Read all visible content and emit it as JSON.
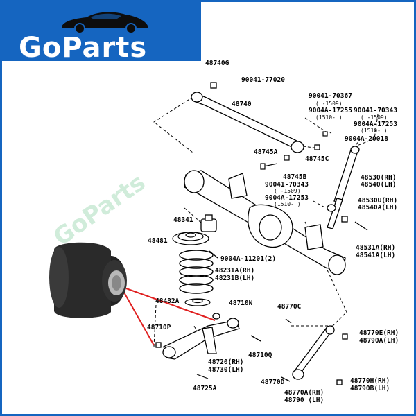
{
  "brand": {
    "name": "GoParts",
    "watermark": "GoParts"
  },
  "colors": {
    "brand_blue": "#1565c0",
    "highlight_red": "#e02020",
    "line": "#000000"
  },
  "icons": {
    "logo": "car-silhouette-icon",
    "bushing": "bushing-photo"
  },
  "labels": {
    "p48740G": "48740G",
    "p90041_77020": "90041-77020",
    "p48740": "48740",
    "p90041_70367": "90041-70367",
    "p70367_range": "(    -1509)",
    "p9004A_17255": "9004A-17255",
    "p17255_range": "(1510-    )",
    "p90041_70343a": "90041-70343",
    "p70343a_range": "(    -1509)",
    "p9004A_17253a": "9004A-17253",
    "p17253a_range": "(1510-    )",
    "p9004A_20018": "9004A-20018",
    "p48745A": "48745A",
    "p48745C": "48745C",
    "p48745B": "48745B",
    "p48530": "48530(RH)",
    "p48540": "48540(LH)",
    "p90041_70343b": "90041-70343",
    "p70343b_range": "(    -1509)",
    "p9004A_17253b": "9004A-17253",
    "p17253b_range": "(1510-    )",
    "p48530U": "48530U(RH)",
    "p48540A": "48540A(LH)",
    "p48341": "48341",
    "p48481": "48481",
    "p9004A_11201": "9004A-11201(2)",
    "p48231A": "48231A(RH)",
    "p48231B": "48231B(LH)",
    "p48531A": "48531A(RH)",
    "p48541A": "48541A(LH)",
    "p48482A": "48482A",
    "p48710N": "48710N",
    "p48770C": "48770C",
    "p48710P": "48710P",
    "p48770E": "48770E(RH)",
    "p48790A": "48790A(LH)",
    "p48710Q": "48710Q",
    "p48720": "48720(RH)",
    "p48730": "48730(LH)",
    "p48770D": "48770D",
    "p48770H": "48770H(RH)",
    "p48790B": "48790B(LH)",
    "p48725A": "48725A",
    "p48770A": "48770A(RH)",
    "p48790": "48790  (LH)"
  }
}
